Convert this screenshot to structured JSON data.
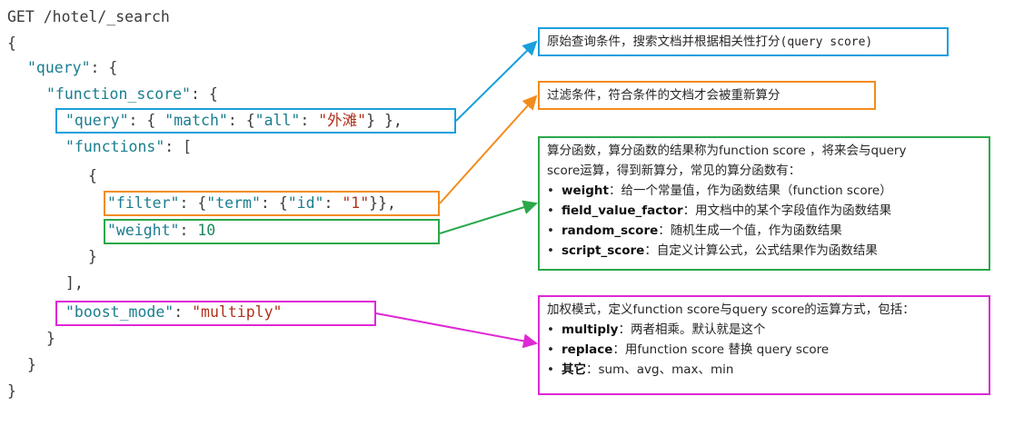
{
  "code": {
    "request_line": "GET /hotel/_search",
    "open_brace": "{",
    "query_key": "\"query\"",
    "query_open": ": {",
    "fs_key": "\"function_score\"",
    "fs_open": ": {",
    "inner_query_key": "\"query\"",
    "inner_query_mid1": ": { ",
    "match_key": "\"match\"",
    "inner_query_mid2": ": {",
    "all_key": "\"all\"",
    "inner_query_mid3": ": ",
    "all_value": "\"外滩\"",
    "inner_query_close": "} },",
    "functions_key": "\"functions\"",
    "functions_open": ": [",
    "fn_obj_open": "{",
    "filter_key": "\"filter\"",
    "filter_mid1": ": {",
    "term_key": "\"term\"",
    "filter_mid2": ": {",
    "id_key": "\"id\"",
    "filter_mid3": ": ",
    "id_value": "\"1\"",
    "filter_close": "}},",
    "weight_key": "\"weight\"",
    "weight_mid": ": ",
    "weight_value": "10",
    "fn_obj_close": "}",
    "functions_close": "],",
    "boost_mode_key": "\"boost_mode\"",
    "boost_mode_mid": ": ",
    "boost_mode_value": "\"multiply\"",
    "fs_close": "}",
    "query_close": "}",
    "close_brace": "}"
  },
  "notes": {
    "query_note": "原始查询条件，搜索文档并根据相关性打分",
    "query_note_mono": "(query score)",
    "filter_note": "过滤条件，符合条件的文档才会被重新算分",
    "functions_note": {
      "line1": "算分函数，算分函数的结果称为function score ，将来会与query",
      "line2": "score运算，得到新算分，常见的算分函数有：",
      "items": [
        {
          "bullet": "•",
          "term": "weight",
          "desc": "：给一个常量值，作为函数结果（function score）"
        },
        {
          "bullet": "•",
          "term": "field_value_factor",
          "desc": "：用文档中的某个字段值作为函数结果"
        },
        {
          "bullet": "•",
          "term": "random_score",
          "desc": "：随机生成一个值，作为函数结果"
        },
        {
          "bullet": "•",
          "term": "script_score",
          "desc": "：自定义计算公式，公式结果作为函数结果"
        }
      ]
    },
    "boost_note": {
      "line1": "加权模式，定义function score与query score的运算方式，包括：",
      "items": [
        {
          "bullet": "•",
          "term": "multiply",
          "desc": "：两者相乘。默认就是这个"
        },
        {
          "bullet": "•",
          "term": "replace",
          "desc": "：用function score 替换 query score"
        },
        {
          "bullet": "•",
          "term": "其它",
          "desc": "：sum、avg、max、min"
        }
      ]
    }
  },
  "colors": {
    "query_box": "#1a9fdc",
    "filter_box": "#f28c1c",
    "functions_box": "#2aa84a",
    "boost_box": "#de28d6"
  }
}
